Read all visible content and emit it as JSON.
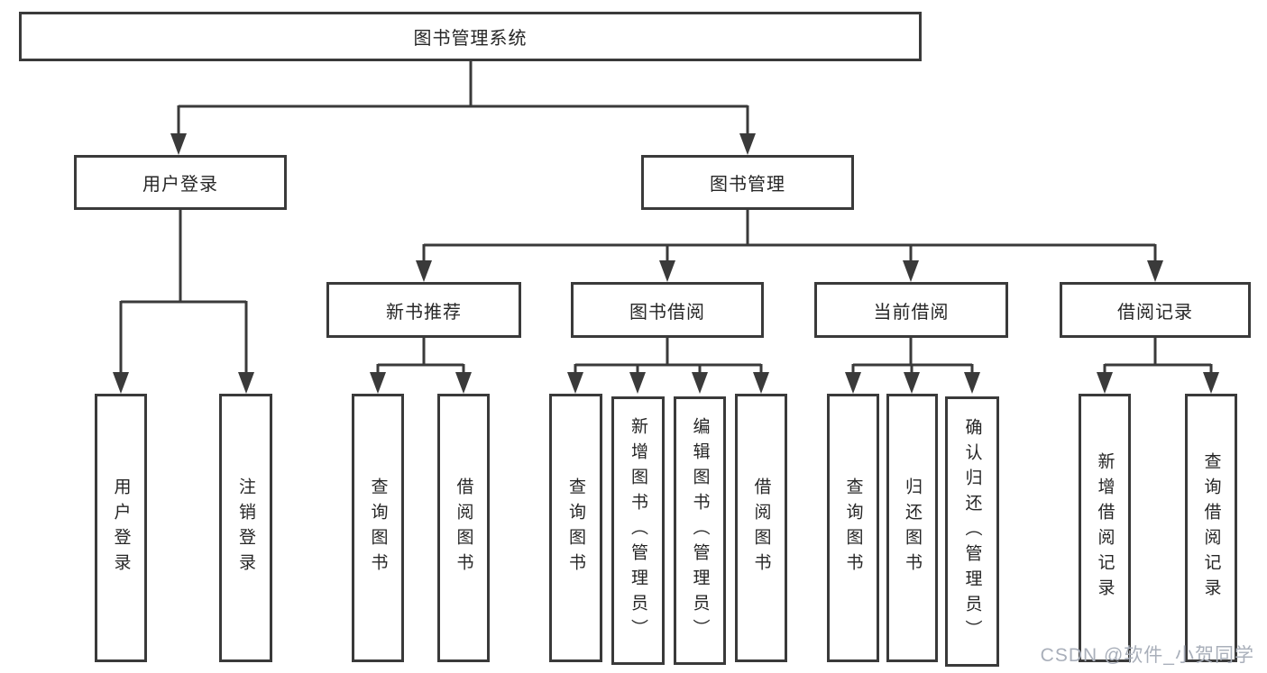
{
  "diagram": {
    "root": {
      "label": "图书管理系统"
    },
    "branches": [
      {
        "label": "用户登录",
        "children": [
          {
            "label": "用户登录"
          },
          {
            "label": "注销登录"
          }
        ]
      },
      {
        "label": "图书管理",
        "children": [
          {
            "label": "新书推荐",
            "children": [
              {
                "label": "查询图书"
              },
              {
                "label": "借阅图书"
              }
            ]
          },
          {
            "label": "图书借阅",
            "children": [
              {
                "label": "查询图书"
              },
              {
                "label": "新增图书（管理员）"
              },
              {
                "label": "编辑图书（管理员）"
              },
              {
                "label": "借阅图书"
              }
            ]
          },
          {
            "label": "当前借阅",
            "children": [
              {
                "label": "查询图书"
              },
              {
                "label": "归还图书"
              },
              {
                "label": "确认归还（管理员）"
              }
            ]
          },
          {
            "label": "借阅记录",
            "children": [
              {
                "label": "新增借阅记录"
              },
              {
                "label": "查询借阅记录"
              }
            ]
          }
        ]
      }
    ]
  },
  "watermark": {
    "text": "CSDN @软件_小贺同学"
  },
  "colors": {
    "line": "#3a3a3a",
    "text": "#262626",
    "bg": "#ffffff",
    "watermark_text": "#a9afba"
  }
}
